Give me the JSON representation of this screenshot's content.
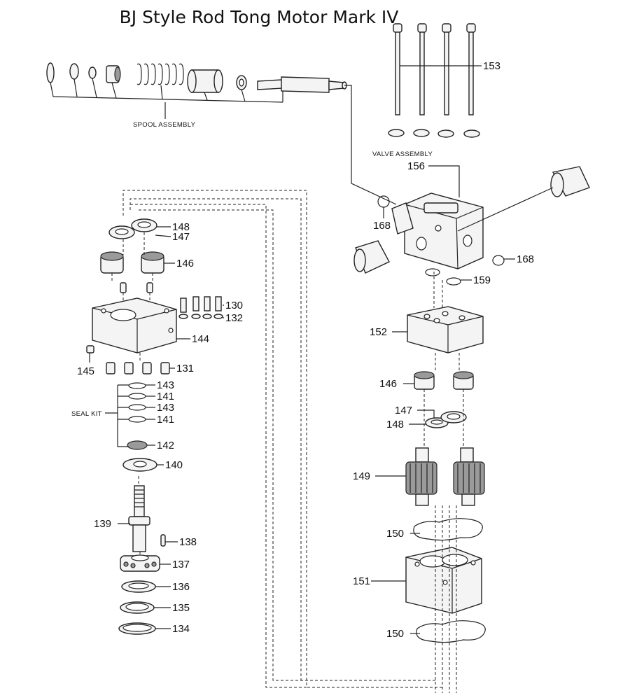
{
  "title": "BJ Style Rod Tong Motor Mark IV",
  "assemblies": {
    "spool": "SPOOL ASSEMBLY",
    "valve": "VALVE ASSEMBLY",
    "seal_kit": "SEAL KIT"
  },
  "callouts": {
    "p153": "153",
    "p156": "156",
    "p168a": "168",
    "p168b": "168",
    "p159": "159",
    "p152": "152",
    "p146r": "146",
    "p147r": "147",
    "p148r": "148",
    "p149": "149",
    "p150a": "150",
    "p151": "151",
    "p150b": "150",
    "p148l": "148",
    "p147l": "147",
    "p146l": "146",
    "p130": "130",
    "p132": "132",
    "p144": "144",
    "p145": "145",
    "p131": "131",
    "p143a": "143",
    "p141a": "141",
    "p143b": "143",
    "p141b": "141",
    "p142": "142",
    "p140": "140",
    "p139": "139",
    "p138": "138",
    "p137": "137",
    "p136": "136",
    "p135": "135",
    "p134": "134"
  },
  "colors": {
    "ink": "#222222",
    "fill": "#f4f4f4",
    "shade": "#9a9a9a"
  }
}
